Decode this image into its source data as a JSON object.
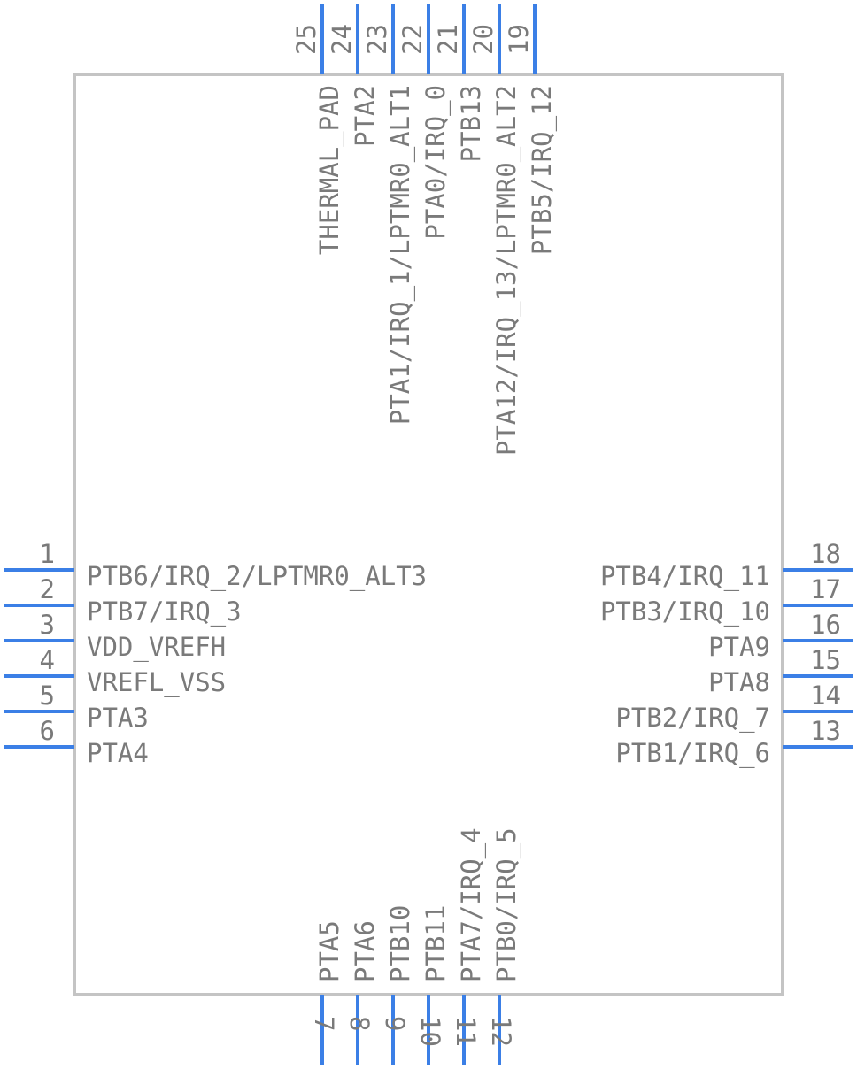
{
  "colors": {
    "pin": "#3b7fe6",
    "body_outline": "#c4c4c4",
    "text": "#7a7a7a"
  },
  "pins": [
    {
      "num": "1",
      "name": "PTB6/IRQ_2/LPTMR0_ALT3"
    },
    {
      "num": "2",
      "name": "PTB7/IRQ_3"
    },
    {
      "num": "3",
      "name": "VDD_VREFH"
    },
    {
      "num": "4",
      "name": "VREFL_VSS"
    },
    {
      "num": "5",
      "name": "PTA3"
    },
    {
      "num": "6",
      "name": "PTA4"
    },
    {
      "num": "7",
      "name": "PTA5"
    },
    {
      "num": "8",
      "name": "PTA6"
    },
    {
      "num": "9",
      "name": "PTB10"
    },
    {
      "num": "10",
      "name": "PTB11"
    },
    {
      "num": "11",
      "name": "PTA7/IRQ_4"
    },
    {
      "num": "12",
      "name": "PTB0/IRQ_5"
    },
    {
      "num": "13",
      "name": "PTB1/IRQ_6"
    },
    {
      "num": "14",
      "name": "PTB2/IRQ_7"
    },
    {
      "num": "15",
      "name": "PTA8"
    },
    {
      "num": "16",
      "name": "PTA9"
    },
    {
      "num": "17",
      "name": "PTB3/IRQ_10"
    },
    {
      "num": "18",
      "name": "PTB4/IRQ_11"
    },
    {
      "num": "19",
      "name": "PTB5/IRQ_12"
    },
    {
      "num": "20",
      "name": "PTA12/IRQ_13/LPTMR0_ALT2"
    },
    {
      "num": "21",
      "name": "PTB13"
    },
    {
      "num": "22",
      "name": "PTA0/IRQ_0"
    },
    {
      "num": "23",
      "name": "PTA1/IRQ_1/LPTMR0_ALT1"
    },
    {
      "num": "24",
      "name": "PTA2"
    },
    {
      "num": "25",
      "name": "THERMAL_PAD"
    }
  ]
}
